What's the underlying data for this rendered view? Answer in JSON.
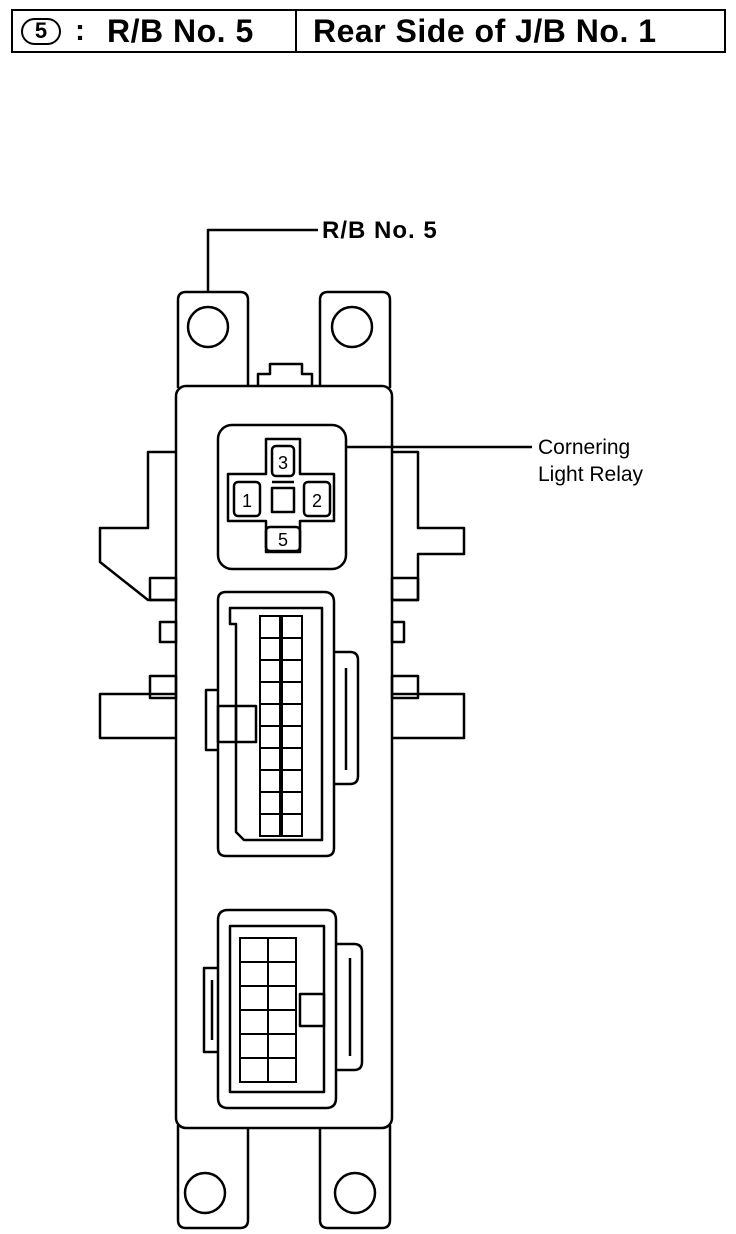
{
  "header": {
    "badge_number": "5",
    "separator": ":",
    "relay_block": "R/B No. 5",
    "location": "Rear Side of J/B No. 1"
  },
  "labels": {
    "relay_block": "R/B No. 5",
    "relay_line1": "Cornering",
    "relay_line2": "Light Relay"
  },
  "relay_pins": {
    "top": "3",
    "left": "1",
    "right": "2",
    "bottom": "5"
  }
}
